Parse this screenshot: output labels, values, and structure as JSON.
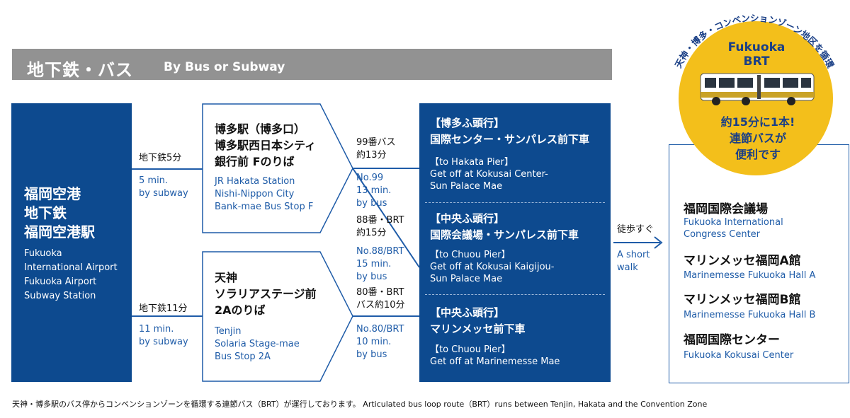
{
  "header": {
    "title_jp": "地下鉄・バス",
    "title_en": "By Bus or Subway"
  },
  "origin": {
    "name_jp": [
      "福岡空港",
      "地下鉄",
      "福岡空港駅"
    ],
    "name_en": [
      "Fukuoka",
      "International Airport",
      "Fukuoka Airport",
      "Subway Station"
    ]
  },
  "legs_to_stops": [
    {
      "jp": "地下鉄5分",
      "en": [
        "5 min.",
        "by subway"
      ]
    },
    {
      "jp": "地下鉄11分",
      "en": [
        "11 min.",
        "by subway"
      ]
    }
  ],
  "stops": [
    {
      "jp": [
        "博多駅（博多口）",
        "博多駅西日本シティ",
        "銀行前 Fのりば"
      ],
      "en": [
        "JR Hakata Station",
        "Nishi-Nippon City",
        "Bank-mae Bus Stop F"
      ]
    },
    {
      "jp": [
        "天神",
        "ソラリアステージ前",
        "2Aのりば"
      ],
      "en": [
        "Tenjin",
        "Solaria Stage-mae",
        "Bus Stop 2A"
      ]
    }
  ],
  "buses": [
    {
      "jp": [
        "99番バス",
        "約13分"
      ],
      "en": [
        "No.99",
        "13 min.",
        "by bus"
      ]
    },
    {
      "jp": [
        "88番・BRT",
        "約15分"
      ],
      "en": [
        "No.88/BRT",
        "15 min.",
        "by bus"
      ]
    },
    {
      "jp": [
        "80番・BRT",
        "バス約10分"
      ],
      "en": [
        "No.80/BRT",
        "10 min.",
        "by bus"
      ]
    }
  ],
  "destinations": [
    {
      "jp": [
        "【博多ふ頭行】",
        "国際センター・サンパレス前下車"
      ],
      "en": [
        "【to Hakata Pier】",
        "Get off at Kokusai Center-",
        "Sun Palace Mae"
      ]
    },
    {
      "jp": [
        "【中央ふ頭行】",
        "国際会議場・サンパレス前下車"
      ],
      "en": [
        "【to Chuou Pier】",
        "Get off at Kokusai Kaigijou-",
        "Sun Palace Mae"
      ]
    },
    {
      "jp": [
        "【中央ふ頭行】",
        "マリンメッセ前下車"
      ],
      "en": [
        "【to Chuou Pier】",
        "Get off at Marinemesse Mae"
      ]
    }
  ],
  "walk": {
    "jp": "徒歩すぐ",
    "en": [
      "A short",
      "walk"
    ]
  },
  "venues": [
    {
      "jp": "福岡国際会議場",
      "en": [
        "Fukuoka International",
        "Congress Center"
      ]
    },
    {
      "jp": "マリンメッセ福岡A館",
      "en": [
        "Marinemesse Fukuoka Hall A"
      ]
    },
    {
      "jp": "マリンメッセ福岡B館",
      "en": [
        "Marinemesse Fukuoka Hall B"
      ]
    },
    {
      "jp": "福岡国際センター",
      "en": [
        "Fukuoka Kokusai Center"
      ]
    }
  ],
  "brt_badge": {
    "arc_text": "天神・博多・コンベンションゾーン地区を循環",
    "title": [
      "Fukuoka",
      "BRT"
    ],
    "body": [
      "約15分に1本!",
      "連節バスが",
      "便利です"
    ]
  },
  "footer": "天神・博多駅のバス停からコンベンションゾーンを循環する連節バス（BRT）が運行しております。 Articulated bus loop route（BRT）runs between Tenjin, Hakata and the Convention Zone",
  "colors": {
    "navy": "#0d4a8f",
    "blue": "#1f5ca8",
    "badge_yellow": "#f3bf1b",
    "header_gray": "#929292"
  }
}
